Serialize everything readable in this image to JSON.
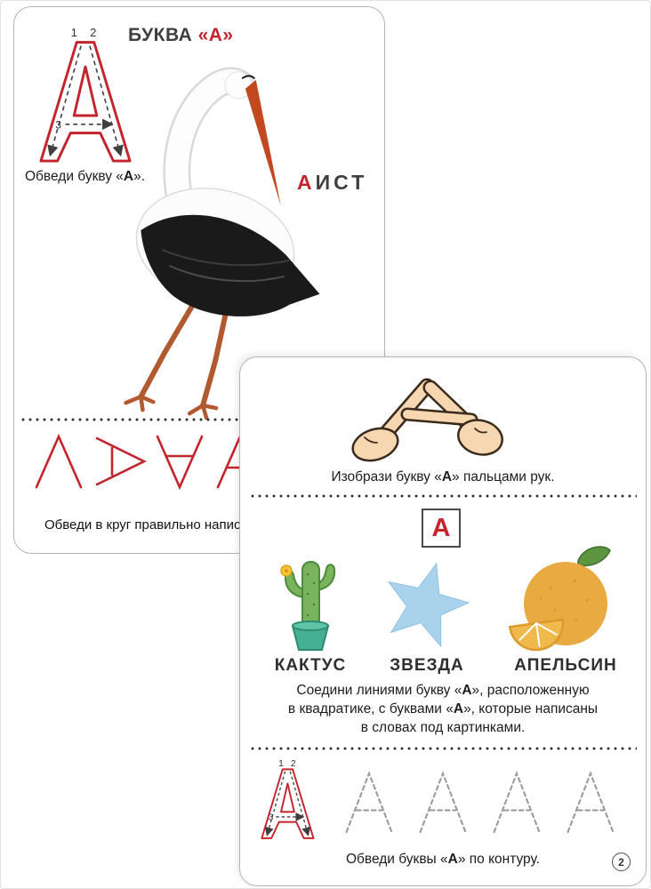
{
  "colors": {
    "accent_red": "#c4242b"
  },
  "back_card": {
    "title": {
      "pre": "БУКВА ",
      "accent": "«А»"
    },
    "trace": {
      "n1": "1",
      "n2": "2",
      "n3": "3"
    },
    "trace_instruction": {
      "pre": "Обведи букву «",
      "accent": "А",
      "post": "»."
    },
    "word": {
      "first": "А",
      "rest": "ИСТ"
    },
    "illustration": "stork",
    "variant_letter_icons": [
      "a-no-crossbar",
      "a-rotated-right",
      "a-upside-down",
      "a-correct"
    ],
    "bottom_instruction": "Обведи в круг правильно написан"
  },
  "front_card": {
    "illustration": "hands-forming-letter-a",
    "fingers_instruction": {
      "pre": "Изобрази букву «",
      "accent": "А",
      "post": "» пальцами рук."
    },
    "boxed_letter": "А",
    "items": [
      {
        "label": "КАКТУС",
        "icon": "cactus"
      },
      {
        "label": "ЗВЕЗДА",
        "icon": "star"
      },
      {
        "label": "АПЕЛЬСИН",
        "icon": "orange"
      }
    ],
    "connect_instruction": {
      "line1": {
        "pre": "Соедини линиями букву «",
        "accent": "А",
        "post": "», расположенную"
      },
      "line2": {
        "pre": "в квадратике, с буквами «",
        "accent": "А",
        "post": "», которые написаны"
      },
      "line3": "в словах под картинками."
    },
    "trace": {
      "n1": "1",
      "n2": "2",
      "n3": "3"
    },
    "outline_instruction": {
      "pre": "Обведи буквы «",
      "accent": "А",
      "post": "» по контуру."
    },
    "page_number": "2"
  }
}
